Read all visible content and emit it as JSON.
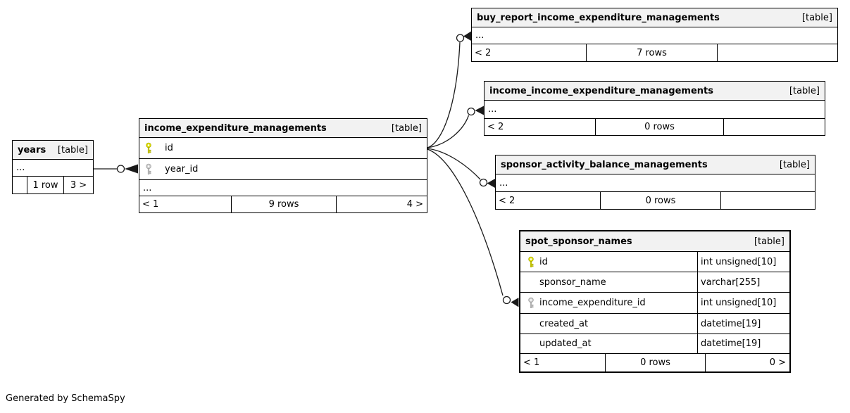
{
  "generated_by": "Generated by SchemaSpy",
  "colors": {
    "header_bg": "#f2f2f2",
    "row_bg": "#ffffff",
    "border": "#000000",
    "pk_key": "#dede00",
    "fk_key": "#c9c9c9",
    "edge": "#1a1a1a"
  },
  "tables": {
    "years": {
      "name": "years",
      "tag": "[table]",
      "ellipsis": "...",
      "footer": [
        "",
        "1 row",
        "3 >"
      ]
    },
    "iem": {
      "name": "income_expenditure_managements",
      "tag": "[table]",
      "columns": [
        {
          "name": "id",
          "key": "pk"
        },
        {
          "name": "year_id",
          "key": "fk"
        }
      ],
      "ellipsis": "...",
      "footer": [
        "< 1",
        "9 rows",
        "4 >"
      ]
    },
    "buy": {
      "name": "buy_report_income_expenditure_managements",
      "tag": "[table]",
      "ellipsis": "...",
      "footer": [
        "< 2",
        "7 rows",
        ""
      ]
    },
    "income": {
      "name": "income_income_expenditure_managements",
      "tag": "[table]",
      "ellipsis": "...",
      "footer": [
        "< 2",
        "0 rows",
        ""
      ]
    },
    "sponsor": {
      "name": "sponsor_activity_balance_managements",
      "tag": "[table]",
      "ellipsis": "...",
      "footer": [
        "< 2",
        "0 rows",
        ""
      ]
    },
    "spot": {
      "name": "spot_sponsor_names",
      "tag": "[table]",
      "columns": [
        {
          "name": "id",
          "type": "int unsigned[10]",
          "key": "pk"
        },
        {
          "name": "sponsor_name",
          "type": "varchar[255]",
          "key": ""
        },
        {
          "name": "income_expenditure_id",
          "type": "int unsigned[10]",
          "key": "fk"
        },
        {
          "name": "created_at",
          "type": "datetime[19]",
          "key": ""
        },
        {
          "name": "updated_at",
          "type": "datetime[19]",
          "key": ""
        }
      ],
      "footer": [
        "< 1",
        "0 rows",
        "0 >"
      ]
    }
  }
}
